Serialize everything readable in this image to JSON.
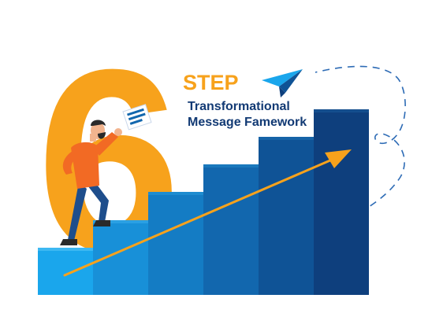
{
  "graphic": {
    "number": "6",
    "step_label": "STEP",
    "subtitle_line1": "Transformational",
    "subtitle_line2": "Message Famework"
  },
  "colors": {
    "orange": "#F7A21C",
    "navy": "#123A74",
    "bar_blue_1": "#1AA6EC",
    "bar_blue_2": "#1890D8",
    "bar_blue_3": "#147CC4",
    "bar_blue_4": "#1267AE",
    "bar_blue_5": "#0F5396",
    "bar_blue_6": "#0E3F7D",
    "shirt": "#F26A24",
    "pants": "#1E4E8C",
    "skin": "#F2B48E",
    "hair": "#2A2A2A"
  },
  "icons": [
    "paper-plane-icon",
    "document-icon"
  ]
}
